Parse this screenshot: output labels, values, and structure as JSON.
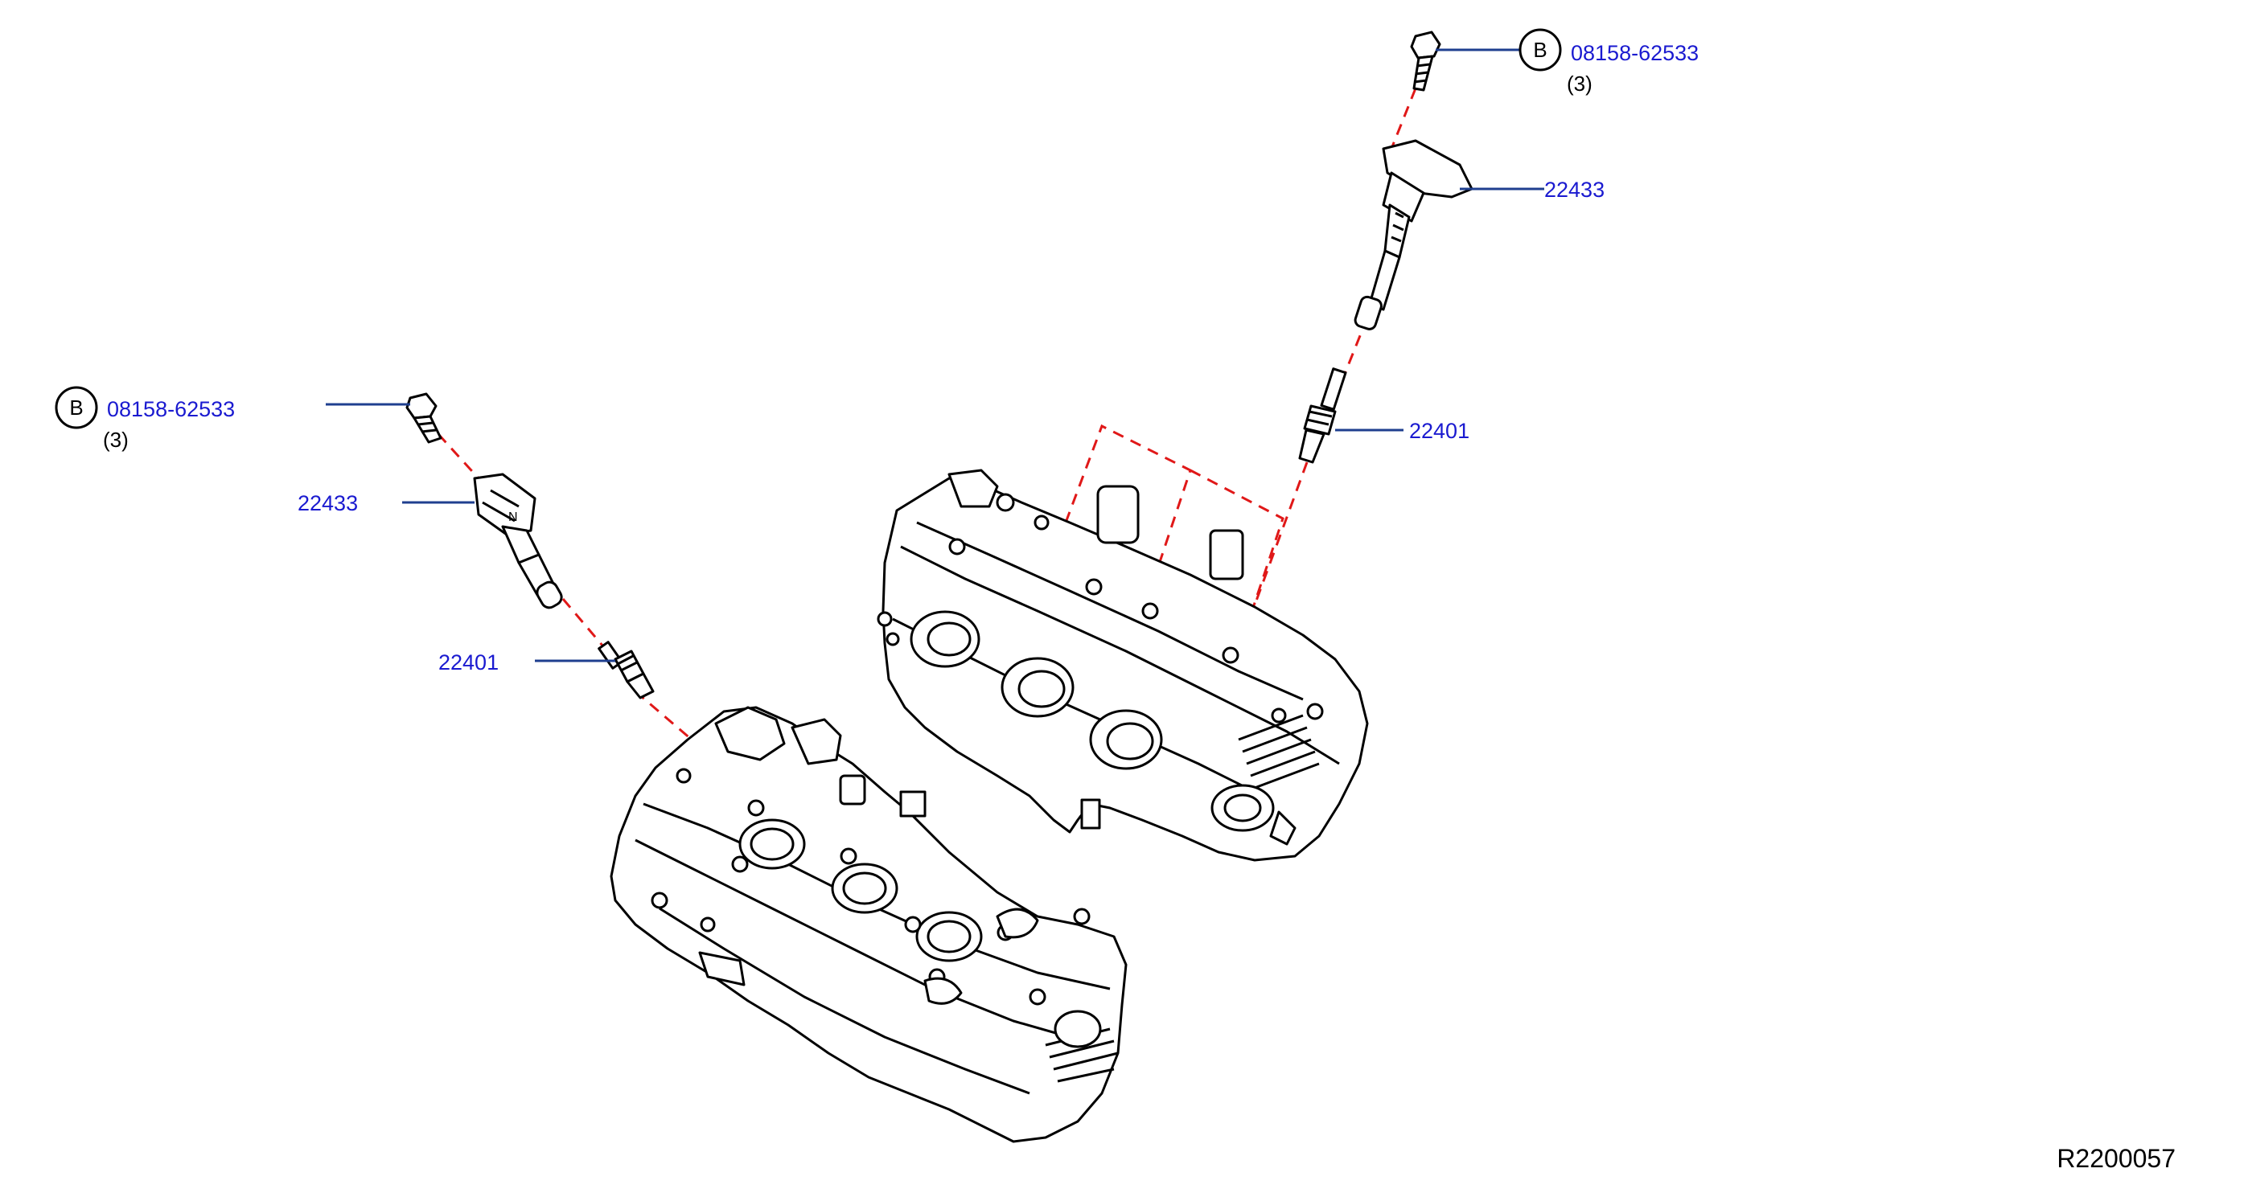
{
  "diagram": {
    "reference_code": "R2200057",
    "colors": {
      "callout_text": "#1a1ad0",
      "leader_line": "#1f3f8f",
      "dashed_path": "#e01818",
      "outline": "#000000"
    },
    "callouts": {
      "right_bolt": {
        "marker": "B",
        "part_number": "08158-62533",
        "quantity": "(3)"
      },
      "right_coil": {
        "part_number": "22433"
      },
      "right_plug": {
        "part_number": "22401"
      },
      "left_bolt": {
        "marker": "B",
        "part_number": "08158-62533",
        "quantity": "(3)"
      },
      "left_coil": {
        "part_number": "22433"
      },
      "left_plug": {
        "part_number": "22401"
      }
    },
    "components": {
      "right_cylinder_head": "cylinder-head-right",
      "left_cylinder_head": "cylinder-head-left",
      "bolt_icon": "bolt-icon",
      "ignition_coil_icon": "ignition-coil-icon",
      "spark_plug_icon": "spark-plug-icon"
    }
  }
}
